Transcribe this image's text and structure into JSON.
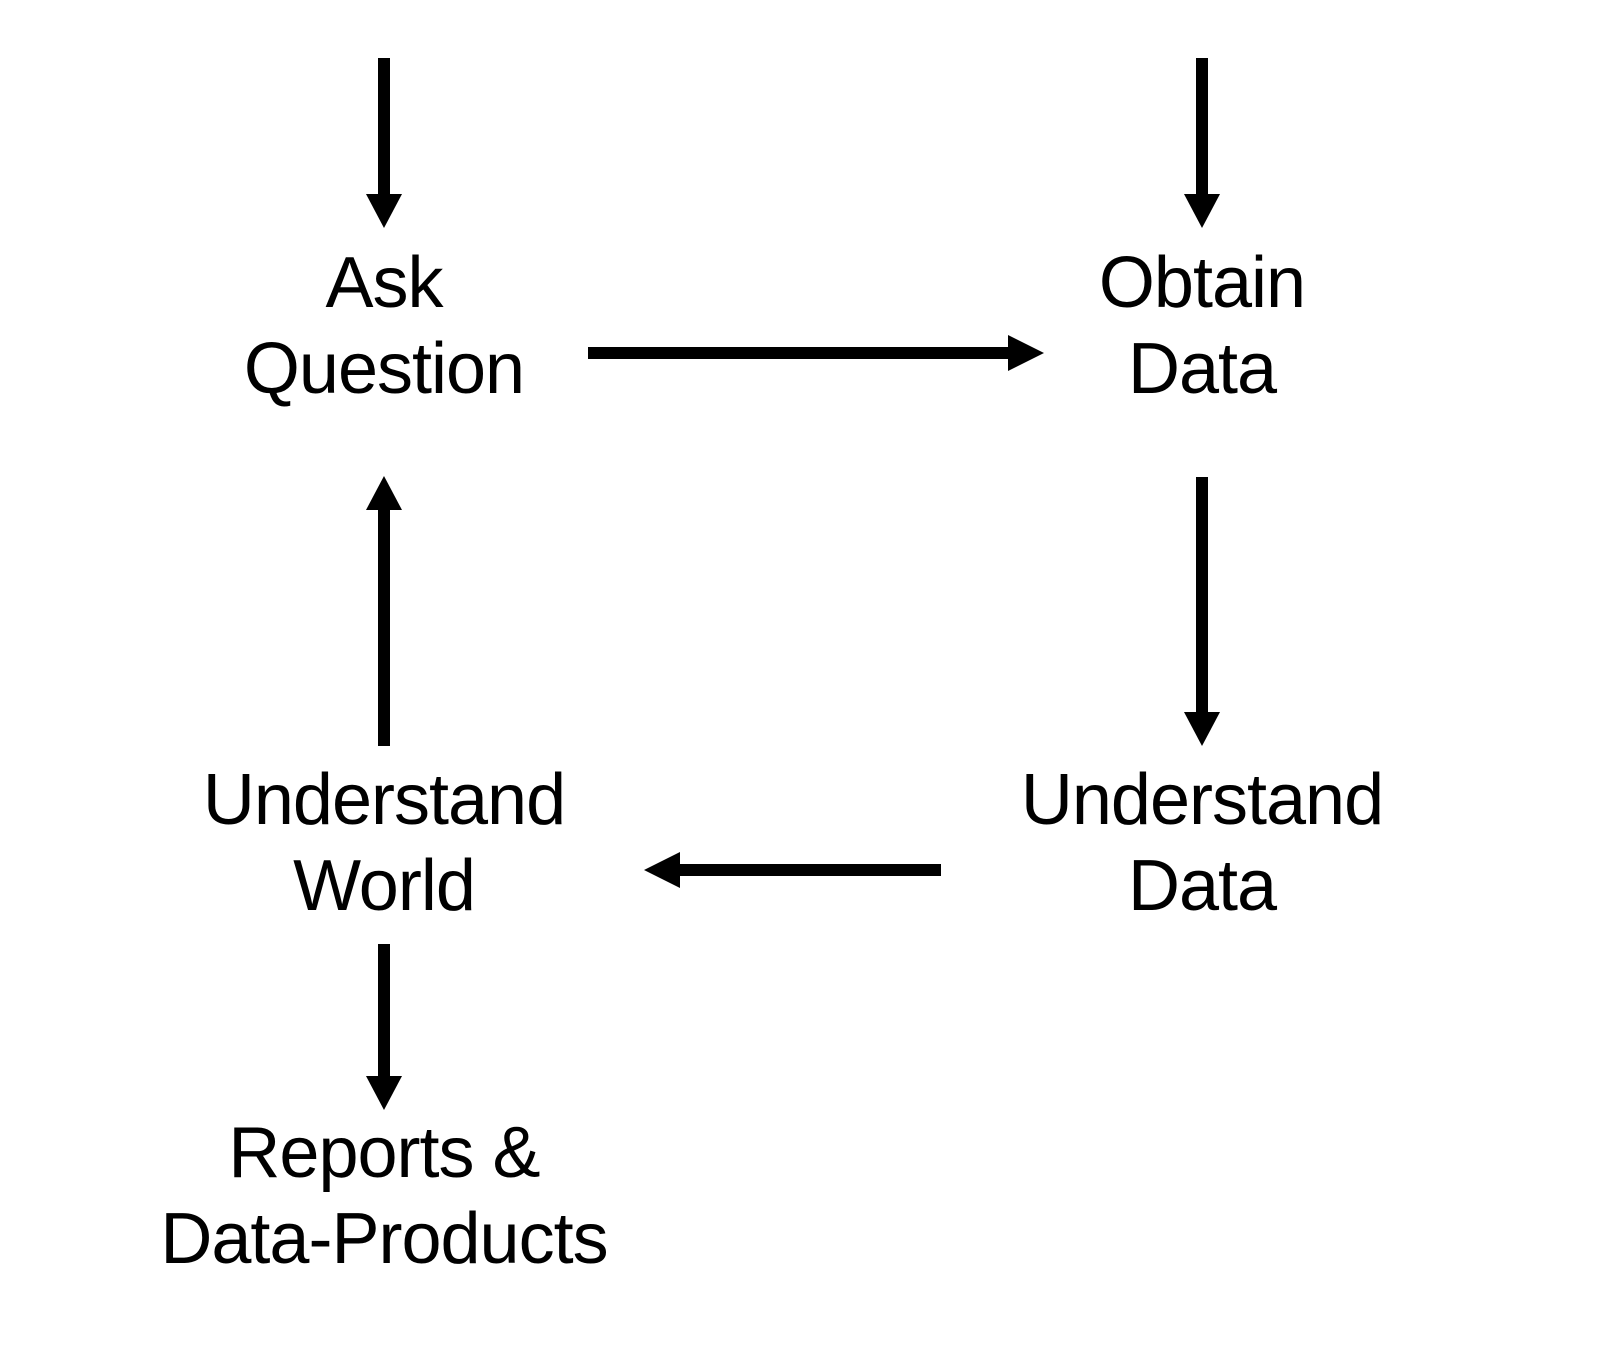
{
  "diagram": {
    "nodes": {
      "ask_question": {
        "line1": "Ask",
        "line2": "Question"
      },
      "obtain_data": {
        "line1": "Obtain",
        "line2": "Data"
      },
      "understand_world": {
        "line1": "Understand",
        "line2": "World"
      },
      "understand_data": {
        "line1": "Understand",
        "line2": "Data"
      },
      "reports": {
        "line1": "Reports &",
        "line2": "Data-Products"
      }
    },
    "edges": [
      {
        "from": "",
        "to": "ask_question"
      },
      {
        "from": "",
        "to": "obtain_data"
      },
      {
        "from": "ask_question",
        "to": "obtain_data"
      },
      {
        "from": "obtain_data",
        "to": "understand_data"
      },
      {
        "from": "understand_data",
        "to": "understand_world"
      },
      {
        "from": "understand_world",
        "to": "ask_question"
      },
      {
        "from": "understand_world",
        "to": "reports"
      }
    ],
    "colors": {
      "ink": "#000000",
      "background": "#ffffff"
    }
  }
}
